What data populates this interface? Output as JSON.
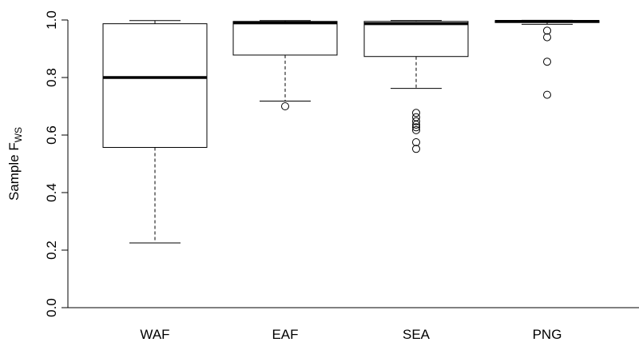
{
  "chart_data": {
    "type": "boxplot",
    "title": "",
    "xlabel": "",
    "ylabel": "Sample F",
    "ylabel_subscript": "WS",
    "ylim": [
      0,
      1
    ],
    "yticks": [
      "0.0",
      "0.2",
      "0.4",
      "0.6",
      "0.8",
      "1.0"
    ],
    "categories": [
      "WAF",
      "EAF",
      "SEA",
      "PNG"
    ],
    "boxes": [
      {
        "name": "WAF",
        "min": 0.225,
        "q1": 0.557,
        "median": 0.8,
        "q3": 0.987,
        "max": 0.998,
        "outliers": []
      },
      {
        "name": "EAF",
        "min": 0.718,
        "q1": 0.878,
        "median": 0.99,
        "q3": 0.995,
        "max": 0.998,
        "outliers": [
          0.7
        ]
      },
      {
        "name": "SEA",
        "min": 0.762,
        "q1": 0.873,
        "median": 0.987,
        "q3": 0.995,
        "max": 0.998,
        "outliers": [
          0.677,
          0.662,
          0.648,
          0.636,
          0.627,
          0.617,
          0.575,
          0.552
        ]
      },
      {
        "name": "PNG",
        "min": 0.985,
        "q1": 0.991,
        "median": 0.995,
        "q3": 0.998,
        "max": 0.999,
        "outliers": [
          0.963,
          0.94,
          0.855,
          0.74
        ]
      }
    ]
  }
}
